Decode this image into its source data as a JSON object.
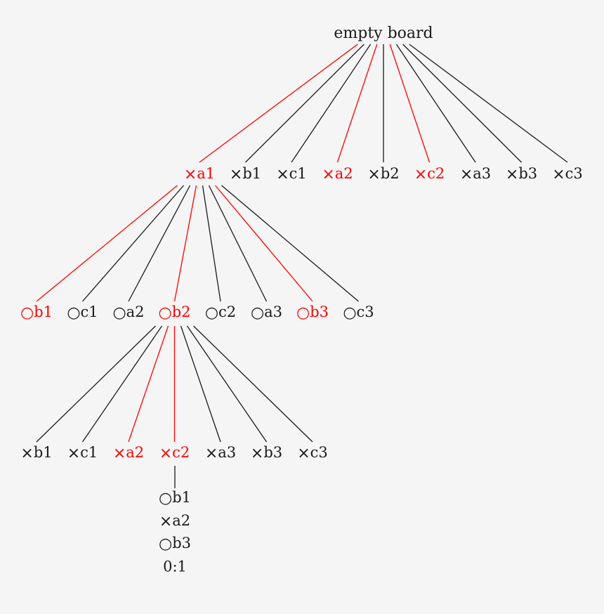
{
  "page": {
    "background": "#f5f5f5"
  },
  "colors": {
    "highlight": "#ff0000",
    "normal": "#1a1a1a"
  },
  "tree": {
    "root": {
      "label": "empty board",
      "color": "normal"
    },
    "levels": [
      {
        "parent": "root",
        "nodes": [
          {
            "mark": "×",
            "cell": "a1",
            "color": "highlight"
          },
          {
            "mark": "×",
            "cell": "b1",
            "color": "normal"
          },
          {
            "mark": "×",
            "cell": "c1",
            "color": "normal"
          },
          {
            "mark": "×",
            "cell": "a2",
            "color": "highlight"
          },
          {
            "mark": "×",
            "cell": "b2",
            "color": "normal"
          },
          {
            "mark": "×",
            "cell": "c2",
            "color": "highlight"
          },
          {
            "mark": "×",
            "cell": "a3",
            "color": "normal"
          },
          {
            "mark": "×",
            "cell": "b3",
            "color": "normal"
          },
          {
            "mark": "×",
            "cell": "c3",
            "color": "normal"
          }
        ]
      },
      {
        "parent_index": 0,
        "nodes": [
          {
            "mark": "○",
            "cell": "b1",
            "color": "highlight"
          },
          {
            "mark": "○",
            "cell": "c1",
            "color": "normal"
          },
          {
            "mark": "○",
            "cell": "a2",
            "color": "normal"
          },
          {
            "mark": "○",
            "cell": "b2",
            "color": "highlight"
          },
          {
            "mark": "○",
            "cell": "c2",
            "color": "normal"
          },
          {
            "mark": "○",
            "cell": "a3",
            "color": "normal"
          },
          {
            "mark": "○",
            "cell": "b3",
            "color": "highlight"
          },
          {
            "mark": "○",
            "cell": "c3",
            "color": "normal"
          }
        ]
      },
      {
        "parent_index": 3,
        "nodes": [
          {
            "mark": "×",
            "cell": "b1",
            "color": "normal"
          },
          {
            "mark": "×",
            "cell": "c1",
            "color": "normal"
          },
          {
            "mark": "×",
            "cell": "a2",
            "color": "highlight"
          },
          {
            "mark": "×",
            "cell": "c2",
            "color": "highlight"
          },
          {
            "mark": "×",
            "cell": "a3",
            "color": "normal"
          },
          {
            "mark": "×",
            "cell": "b3",
            "color": "normal"
          },
          {
            "mark": "×",
            "cell": "c3",
            "color": "normal"
          }
        ]
      }
    ],
    "chain": {
      "parent_index": 3,
      "nodes": [
        {
          "mark": "○",
          "cell": "b1",
          "color": "normal"
        },
        {
          "mark": "×",
          "cell": "a2",
          "color": "normal"
        },
        {
          "mark": "○",
          "cell": "b3",
          "color": "normal"
        }
      ],
      "outcome": "0:1"
    }
  }
}
